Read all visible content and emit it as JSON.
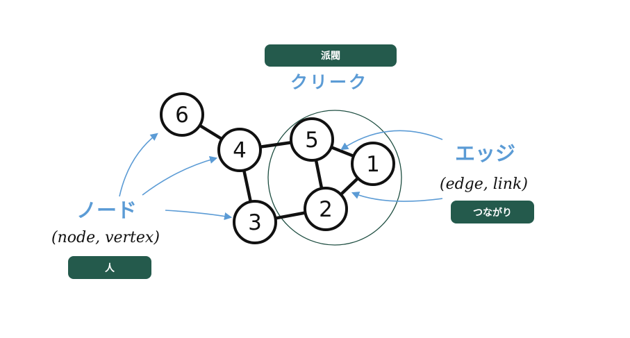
{
  "nodes": [
    "1",
    "2",
    "3",
    "4",
    "5",
    "6"
  ],
  "labels": {
    "clique_title": "派閥",
    "clique_label": "クリーク",
    "node_label": "ノード",
    "node_en": "(node, vertex)",
    "node_badge": "人",
    "edge_label": "エッジ",
    "edge_en": "(edge, link)",
    "edge_badge": "つながり"
  },
  "colors": {
    "badge": "#245a4c",
    "accent": "#5b9bd5",
    "node_stroke": "#111111",
    "circle_stroke": "#1d4d40"
  }
}
